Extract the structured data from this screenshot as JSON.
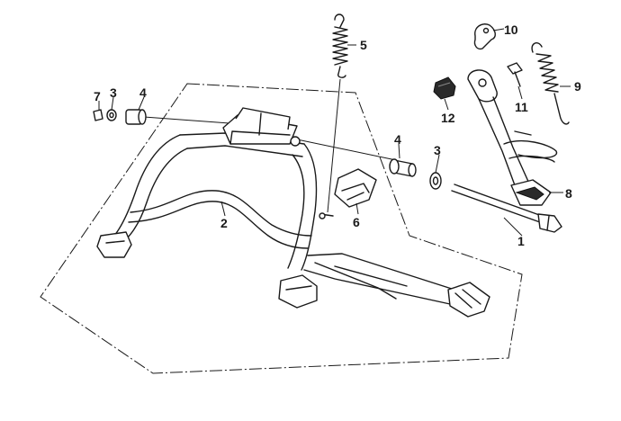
{
  "diagram": {
    "callouts": [
      {
        "id": "c1",
        "label": "1"
      },
      {
        "id": "c2",
        "label": "2"
      },
      {
        "id": "c3a",
        "label": "3"
      },
      {
        "id": "c3b",
        "label": "3"
      },
      {
        "id": "c4a",
        "label": "4"
      },
      {
        "id": "c4b",
        "label": "4"
      },
      {
        "id": "c5",
        "label": "5"
      },
      {
        "id": "c6",
        "label": "6"
      },
      {
        "id": "c7",
        "label": "7"
      },
      {
        "id": "c8",
        "label": "8"
      },
      {
        "id": "c9",
        "label": "9"
      },
      {
        "id": "c10",
        "label": "10"
      },
      {
        "id": "c11",
        "label": "11"
      },
      {
        "id": "c12",
        "label": "12"
      }
    ]
  }
}
